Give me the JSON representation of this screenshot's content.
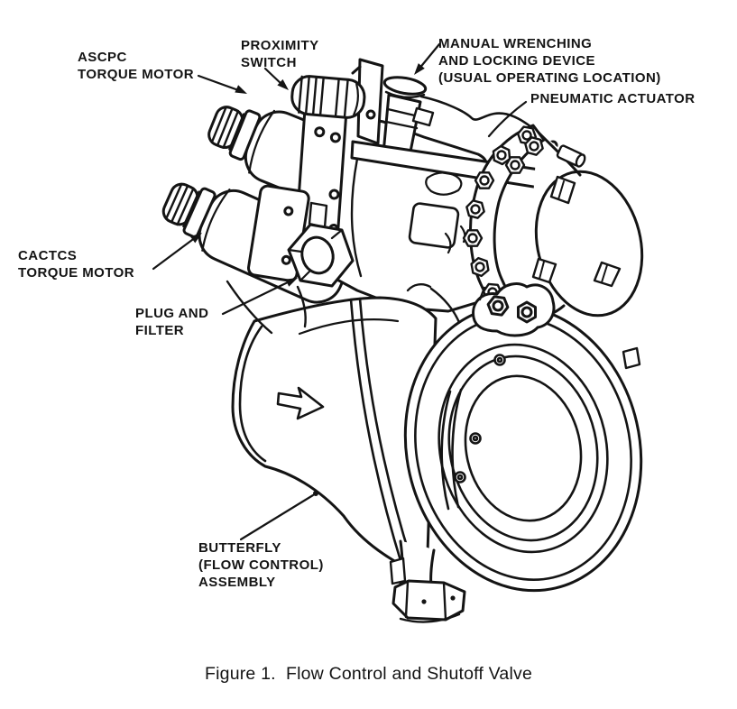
{
  "figure": {
    "caption": "Figure 1.  Flow Control and Shutoff Valve"
  },
  "callouts": {
    "ascpc": {
      "lines": [
        "ASCPC",
        "TORQUE MOTOR"
      ]
    },
    "proximity": {
      "lines": [
        "PROXIMITY",
        "SWITCH"
      ]
    },
    "manual": {
      "lines": [
        "MANUAL WRENCHING",
        "AND LOCKING DEVICE",
        "(USUAL OPERATING LOCATION)"
      ]
    },
    "pneumatic": {
      "lines": [
        "PNEUMATIC ACTUATOR"
      ]
    },
    "cactcs": {
      "lines": [
        "CACTCS",
        "TORQUE MOTOR"
      ]
    },
    "plug": {
      "lines": [
        "PLUG AND",
        "FILTER"
      ]
    },
    "butterfly": {
      "lines": [
        "BUTTERFLY",
        "(FLOW CONTROL)",
        "ASSEMBLY"
      ]
    }
  },
  "icons": {
    "flow_arrow": "flow-direction-right"
  },
  "colors": {
    "ink": "#141414",
    "paper": "#ffffff"
  }
}
